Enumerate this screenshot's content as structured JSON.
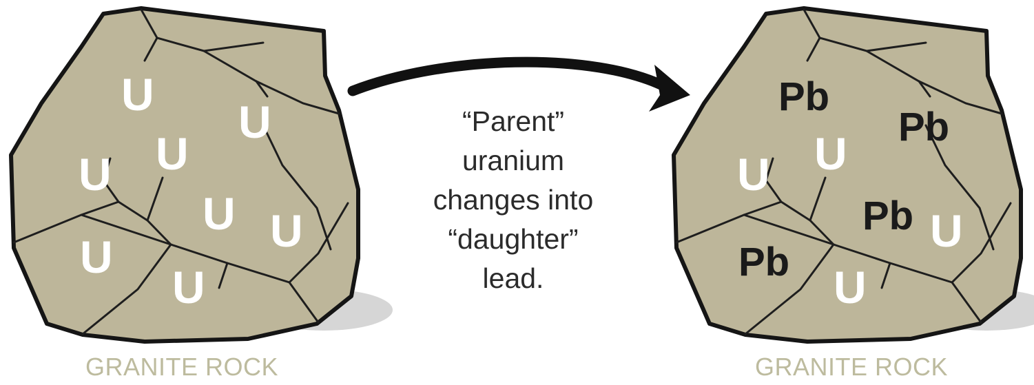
{
  "left_rock": {
    "label": "GRANITE ROCK",
    "symbols": [
      "U",
      "U",
      "U",
      "U",
      "U",
      "U",
      "U",
      "U"
    ]
  },
  "right_rock": {
    "label": "GRANITE ROCK",
    "symbols": [
      "Pb",
      "Pb",
      "U",
      "U",
      "Pb",
      "U",
      "Pb",
      "U"
    ]
  },
  "caption": [
    "“Parent”",
    "uranium",
    "changes into",
    "“daughter”",
    "lead."
  ],
  "colors": {
    "rock_fill": "#bdb69a",
    "rock_outline": "#151515",
    "shadow": "#d4d4d4",
    "label_text": "#bdbb9e",
    "uranium_symbol": "#ffffff",
    "lead_symbol": "#1a1a1a",
    "arrow": "#111111"
  }
}
